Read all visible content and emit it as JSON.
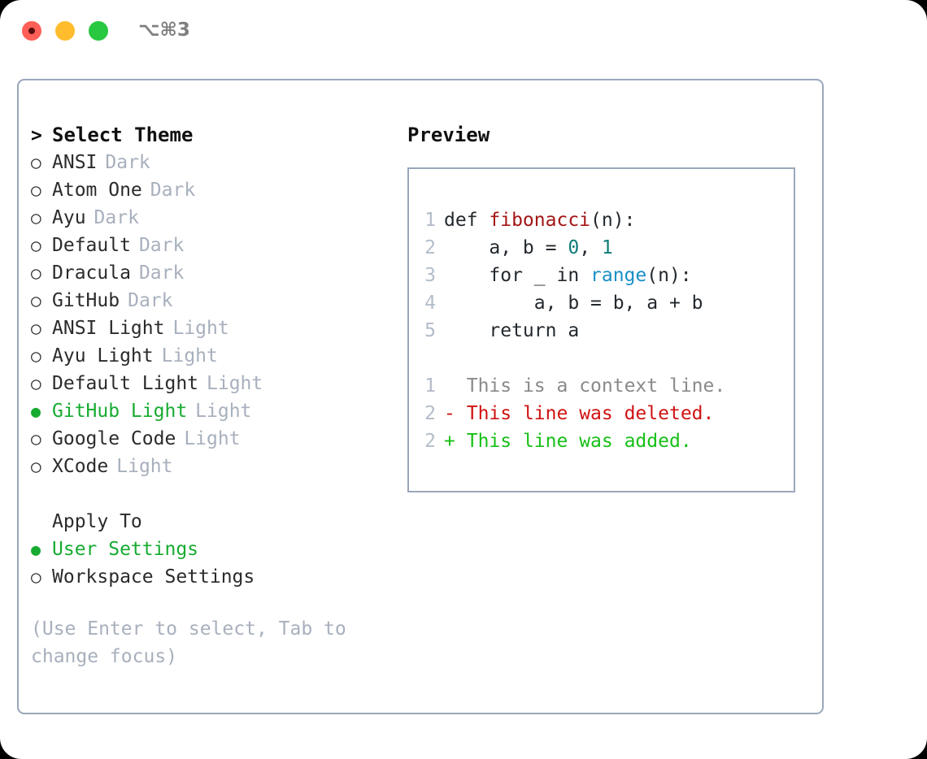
{
  "titlebar": {
    "shortcut": "⌥⌘3",
    "lights": [
      "close-red",
      "minimize-yellow",
      "maximize-green"
    ]
  },
  "theme_picker": {
    "heading": "Select Theme",
    "heading_marker": ">",
    "marker_unselected": "○",
    "marker_selected": "●",
    "items": [
      {
        "label": "ANSI",
        "variant": "Dark",
        "selected": false
      },
      {
        "label": "Atom One",
        "variant": "Dark",
        "selected": false
      },
      {
        "label": "Ayu",
        "variant": "Dark",
        "selected": false
      },
      {
        "label": "Default",
        "variant": "Dark",
        "selected": false
      },
      {
        "label": "Dracula",
        "variant": "Dark",
        "selected": false
      },
      {
        "label": "GitHub",
        "variant": "Dark",
        "selected": false
      },
      {
        "label": "ANSI Light",
        "variant": "Light",
        "selected": false
      },
      {
        "label": "Ayu Light",
        "variant": "Light",
        "selected": false
      },
      {
        "label": "Default Light",
        "variant": "Light",
        "selected": false
      },
      {
        "label": "GitHub Light",
        "variant": "Light",
        "selected": true
      },
      {
        "label": "Google Code",
        "variant": "Light",
        "selected": false
      },
      {
        "label": "XCode",
        "variant": "Light",
        "selected": false
      }
    ]
  },
  "apply_to": {
    "heading": "Apply To",
    "options": [
      {
        "label": "User Settings",
        "selected": true
      },
      {
        "label": "Workspace Settings",
        "selected": false
      }
    ]
  },
  "hint": "(Use Enter to select, Tab to change focus)",
  "preview": {
    "title": "Preview",
    "code_lines": [
      {
        "number": "1",
        "segments": [
          {
            "text": "def ",
            "kind": "plain"
          },
          {
            "text": "fibonacci",
            "kind": "fn"
          },
          {
            "text": "(n):",
            "kind": "plain"
          }
        ]
      },
      {
        "number": "2",
        "segments": [
          {
            "text": "    a, b = ",
            "kind": "plain"
          },
          {
            "text": "0",
            "kind": "num"
          },
          {
            "text": ", ",
            "kind": "plain"
          },
          {
            "text": "1",
            "kind": "num"
          }
        ]
      },
      {
        "number": "3",
        "segments": [
          {
            "text": "    for _ in ",
            "kind": "plain"
          },
          {
            "text": "range",
            "kind": "call"
          },
          {
            "text": "(n):",
            "kind": "plain"
          }
        ]
      },
      {
        "number": "4",
        "segments": [
          {
            "text": "        a, b = b, a + b",
            "kind": "plain"
          }
        ]
      },
      {
        "number": "5",
        "segments": [
          {
            "text": "    return a",
            "kind": "plain"
          }
        ]
      }
    ],
    "diff_lines": [
      {
        "number": "1",
        "marker": " ",
        "text": "This is a context line.",
        "kind": "ctx"
      },
      {
        "number": "2",
        "marker": "-",
        "text": "This line was deleted.",
        "kind": "del"
      },
      {
        "number": "2",
        "marker": "+",
        "text": "This line was added.",
        "kind": "add"
      }
    ]
  },
  "colors": {
    "accent_green": "#17ab31",
    "border": "#9aa7ba",
    "muted": "#a8b0bd",
    "fn": "#a31515",
    "num": "#0f7b78",
    "call": "#1a8fc4",
    "diff_deleted": "#d01212",
    "diff_added": "#17c017",
    "diff_context": "#8a8a8a"
  }
}
